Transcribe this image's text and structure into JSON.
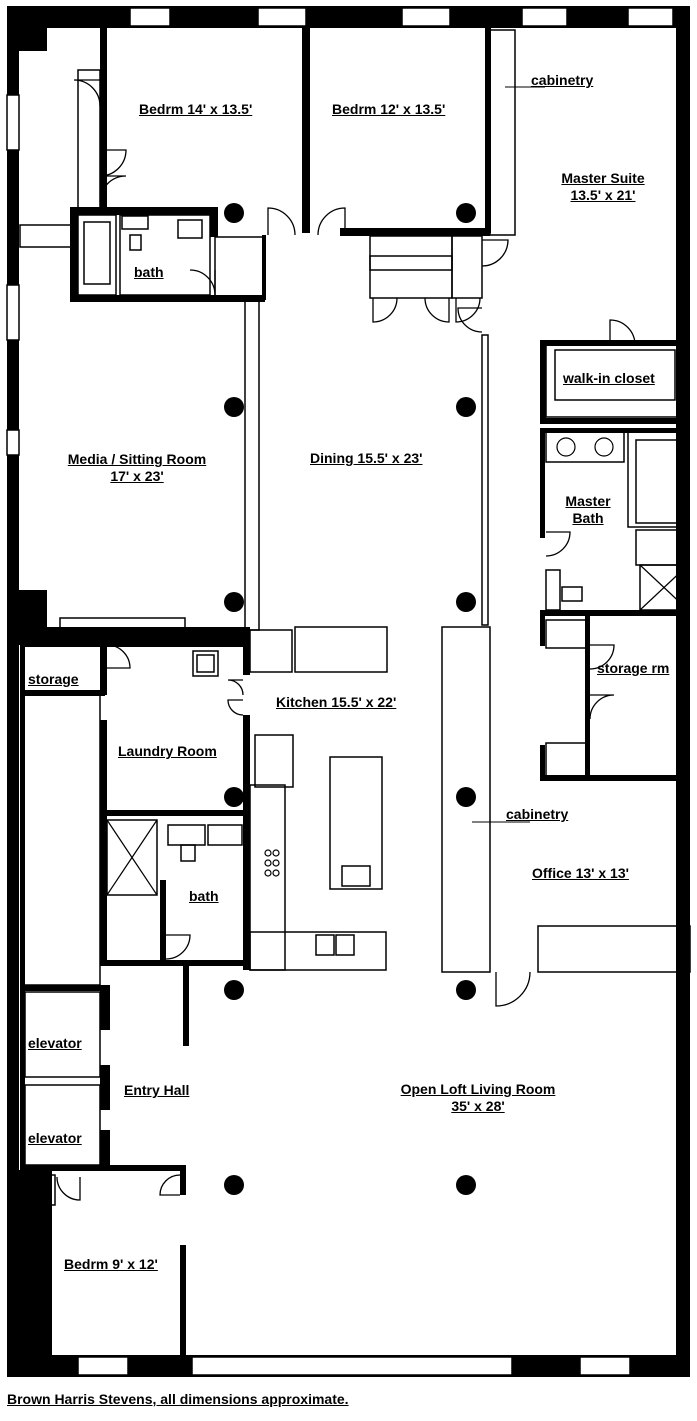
{
  "plan": {
    "rooms": {
      "bedroom1": "Bedrm 14' x 13.5'",
      "bedroom2": "Bedrm 12' x 13.5'",
      "master_suite": [
        "Master Suite",
        "13.5' x 21'"
      ],
      "cabinetry_top": "cabinetry",
      "bath_upper": "bath",
      "walk_in_closet": "walk-in closet",
      "media_room": [
        "Media / Sitting Room",
        "17' x 23'"
      ],
      "dining": "Dining 15.5' x 23'",
      "master_bath": [
        "Master",
        "Bath"
      ],
      "storage": "storage",
      "kitchen": "Kitchen 15.5' x 22'",
      "storage_rm": "storage rm",
      "laundry": "Laundry Room",
      "cabinetry_office": "cabinetry",
      "bath_lower": "bath",
      "office": "Office 13' x 13'",
      "elevator_1": "elevator",
      "elevator_2": "elevator",
      "entry_hall": "Entry Hall",
      "living_room": [
        "Open Loft Living Room",
        "35' x 28'"
      ],
      "bedroom3": "Bedrm 9' x 12'"
    },
    "credit": "Brown Harris Stevens, all dimensions approximate."
  }
}
